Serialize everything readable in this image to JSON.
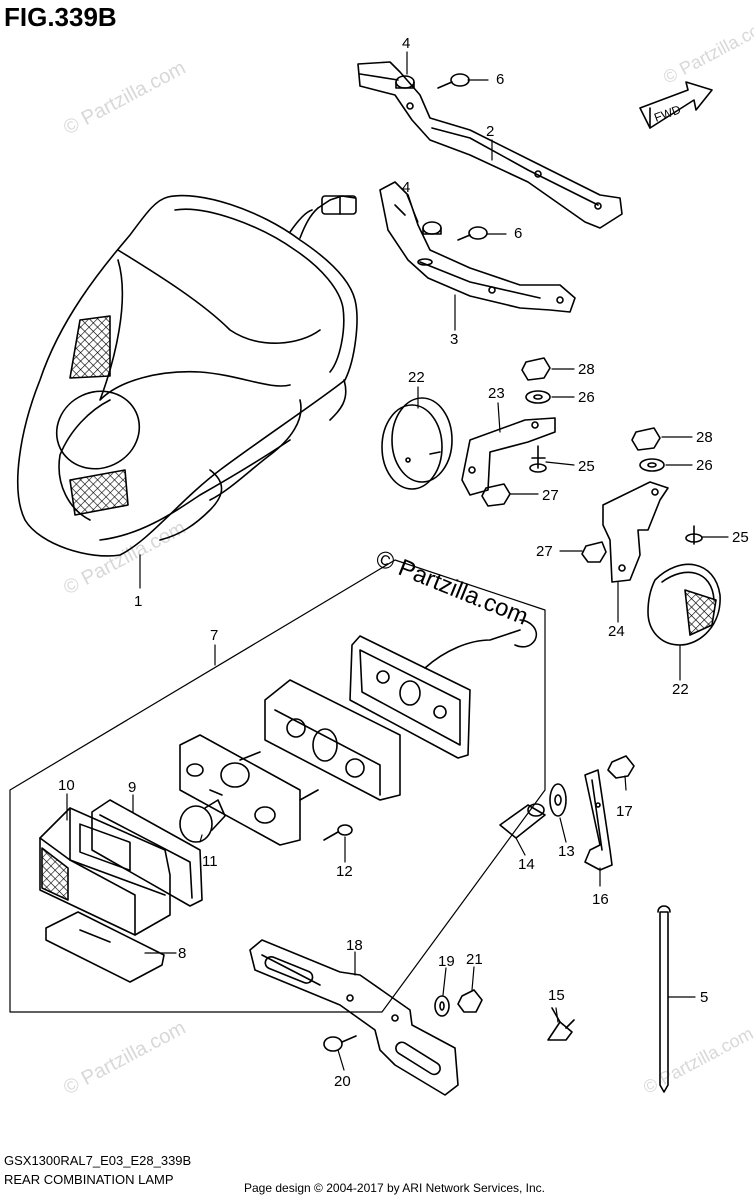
{
  "figure": {
    "title": "FIG.339B",
    "code": "GSX1300RAL7_E03_E28_339B",
    "name": "REAR COMBINATION LAMP"
  },
  "footer": {
    "copyright": "Page design © 2004-2017 by ARI Network Services, Inc."
  },
  "watermark": {
    "main": "© Partzilla.com",
    "repeat": "© Partzilla.com"
  },
  "fwd_label": "FWD",
  "callouts": {
    "c1": "1",
    "c2": "2",
    "c3": "3",
    "c4a": "4",
    "c4b": "4",
    "c5": "5",
    "c6a": "6",
    "c6b": "6",
    "c7": "7",
    "c8": "8",
    "c9": "9",
    "c10": "10",
    "c11": "11",
    "c12": "12",
    "c13": "13",
    "c14": "14",
    "c15": "15",
    "c16": "16",
    "c17": "17",
    "c18": "18",
    "c19": "19",
    "c20": "20",
    "c21": "21",
    "c22a": "22",
    "c22b": "22",
    "c23": "23",
    "c24": "24",
    "c25a": "25",
    "c25b": "25",
    "c26a": "26",
    "c26b": "26",
    "c27a": "27",
    "c27b": "27",
    "c28a": "28",
    "c28b": "28"
  }
}
